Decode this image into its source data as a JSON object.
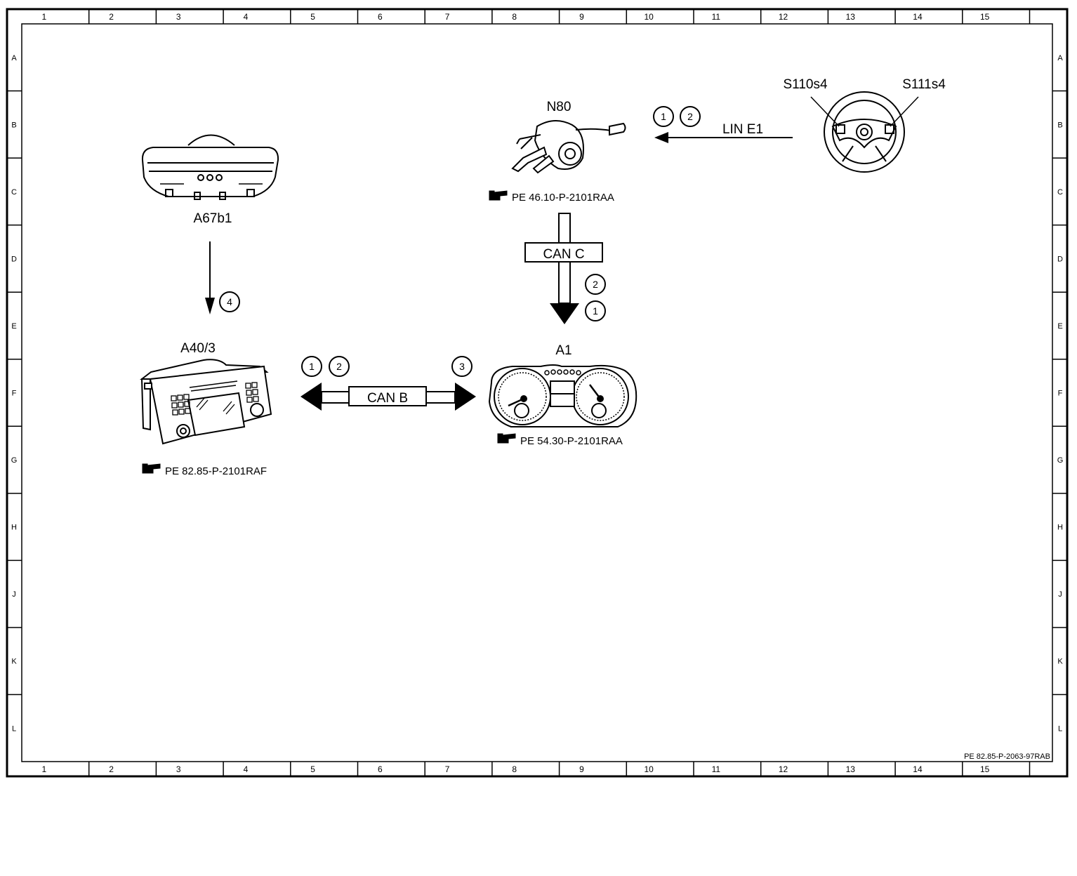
{
  "grid": {
    "columns": [
      "1",
      "2",
      "3",
      "4",
      "5",
      "6",
      "7",
      "8",
      "9",
      "10",
      "11",
      "12",
      "13",
      "14",
      "15"
    ],
    "rows": [
      "A",
      "B",
      "C",
      "D",
      "E",
      "F",
      "G",
      "H",
      "J",
      "K",
      "L"
    ]
  },
  "components": {
    "mirror": {
      "label": "A67b1"
    },
    "switch_module": {
      "label": "N80",
      "ref": "PE 46.10-P-2101RAA"
    },
    "steering_wheel": {
      "label_left": "S110s4",
      "label_right": "S111s4"
    },
    "head_unit": {
      "label": "A40/3",
      "ref": "PE 82.85-P-2101RAF"
    },
    "cluster": {
      "label": "A1",
      "ref": "PE 54.30-P-2101RAA"
    }
  },
  "buses": {
    "lin": {
      "label": "LIN E1",
      "steps": [
        "1",
        "2"
      ]
    },
    "can_c": {
      "label": "CAN C",
      "steps": [
        "2",
        "1"
      ]
    },
    "can_b": {
      "label": "CAN B",
      "steps_left": [
        "1",
        "2"
      ],
      "steps_right": [
        "3"
      ]
    },
    "mirror_link": {
      "steps": [
        "4"
      ]
    }
  },
  "document_id": "PE 82.85-P-2063-97RAB",
  "colors": {
    "line": "#000000",
    "background": "#ffffff"
  }
}
